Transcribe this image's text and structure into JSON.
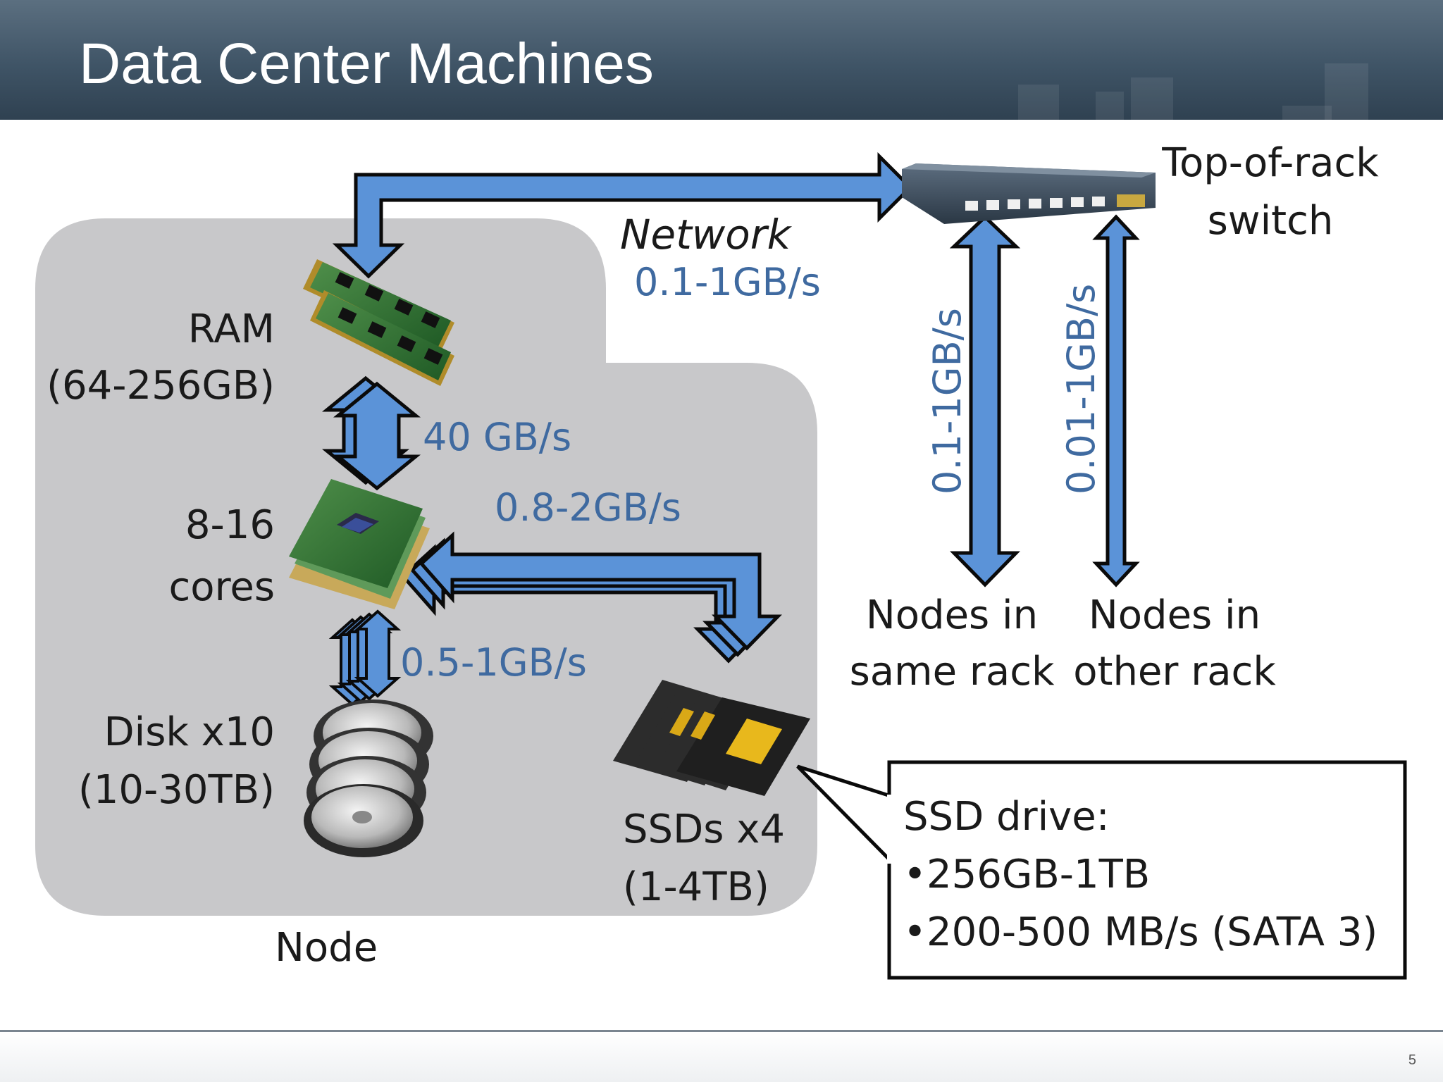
{
  "slide": {
    "title": "Data Center Machines",
    "page_number": "5"
  },
  "node": {
    "label": "Node",
    "ram_label": "RAM",
    "ram_size": "(64-256GB)",
    "cpu_label": "8-16",
    "cpu_label2": "cores",
    "disk_label": "Disk x10",
    "disk_size": "(10-30TB)",
    "ssd_label": "SSDs x4",
    "ssd_size": "(1-4TB)"
  },
  "rates": {
    "ram_cpu": "40 GB/s",
    "cpu_ssd": "0.8-2GB/s",
    "cpu_disk": "0.5-1GB/s",
    "network_label": "Network",
    "network_rate": "0.1-1GB/s",
    "same_rack": "0.1-1GB/s",
    "other_rack": "0.01-1GB/s"
  },
  "switch": {
    "label_line1": "Top-of-rack",
    "label_line2": "switch"
  },
  "destinations": {
    "same_rack_line1": "Nodes in",
    "same_rack_line2": "same rack",
    "other_rack_line1": "Nodes in",
    "other_rack_line2": "other rack"
  },
  "callout": {
    "title": "SSD drive:",
    "bullets": [
      "256GB-1TB",
      "200-500 MB/s (SATA 3)"
    ]
  },
  "colors": {
    "arrow_fill": "#5b93d8",
    "rate_text": "#3f6aa0",
    "node_bg": "#c8c8ca",
    "header": "#3f5466"
  }
}
